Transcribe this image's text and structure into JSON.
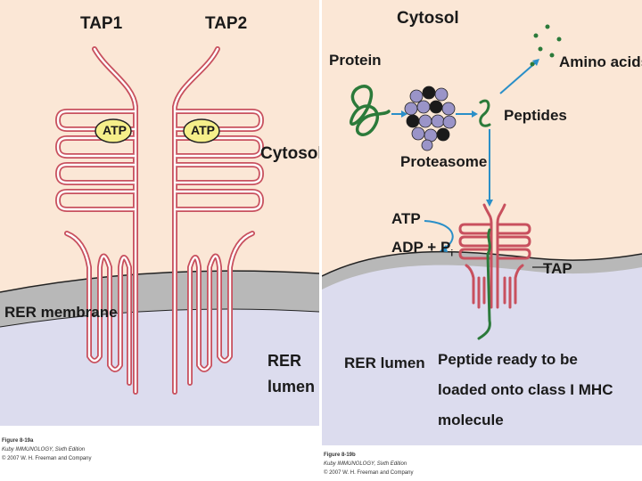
{
  "panel_a": {
    "tap1": "TAP1",
    "tap2": "TAP2",
    "atp_left": "ATP",
    "atp_right": "ATP",
    "cytosol": "Cytosol",
    "rer_membrane": "RER membrane",
    "rer_lumen_line1": "RER",
    "rer_lumen_line2": "lumen",
    "caption_figure": "Figure 8-19a",
    "caption_book": "Kuby IMMUNOLOGY, Sixth Edition",
    "caption_copyright": "© 2007 W. H. Freeman and Company"
  },
  "panel_b": {
    "cytosol": "Cytosol",
    "protein": "Protein",
    "amino_acids": "Amino acids",
    "peptides": "Peptides",
    "proteasome": "Proteasome",
    "atp": "ATP",
    "adp_pi": "ADP + P",
    "adp_pi_sub": "i",
    "tap": "TAP",
    "rer_lumen": "RER lumen",
    "peptide_line1": "Peptide ready to be",
    "peptide_line2": "loaded onto class I MHC",
    "peptide_line3": "molecule",
    "caption_figure": "Figure 8-19b",
    "caption_book": "Kuby IMMUNOLOGY, Sixth Edition",
    "caption_copyright": "© 2007 W. H. Freeman and Company"
  },
  "colors": {
    "cytosol_bg": "#fbe7d6",
    "lumen_bg": "#dcdcee",
    "membrane": "#b8b8b8",
    "tap_outline": "#c8505e",
    "tap_fill": "#ffffff",
    "atp_fill": "#f5ef8a",
    "arrow": "#2a8fc8",
    "peptide_green": "#2b7a3a",
    "proteasome_fill": "#9a94c8"
  }
}
